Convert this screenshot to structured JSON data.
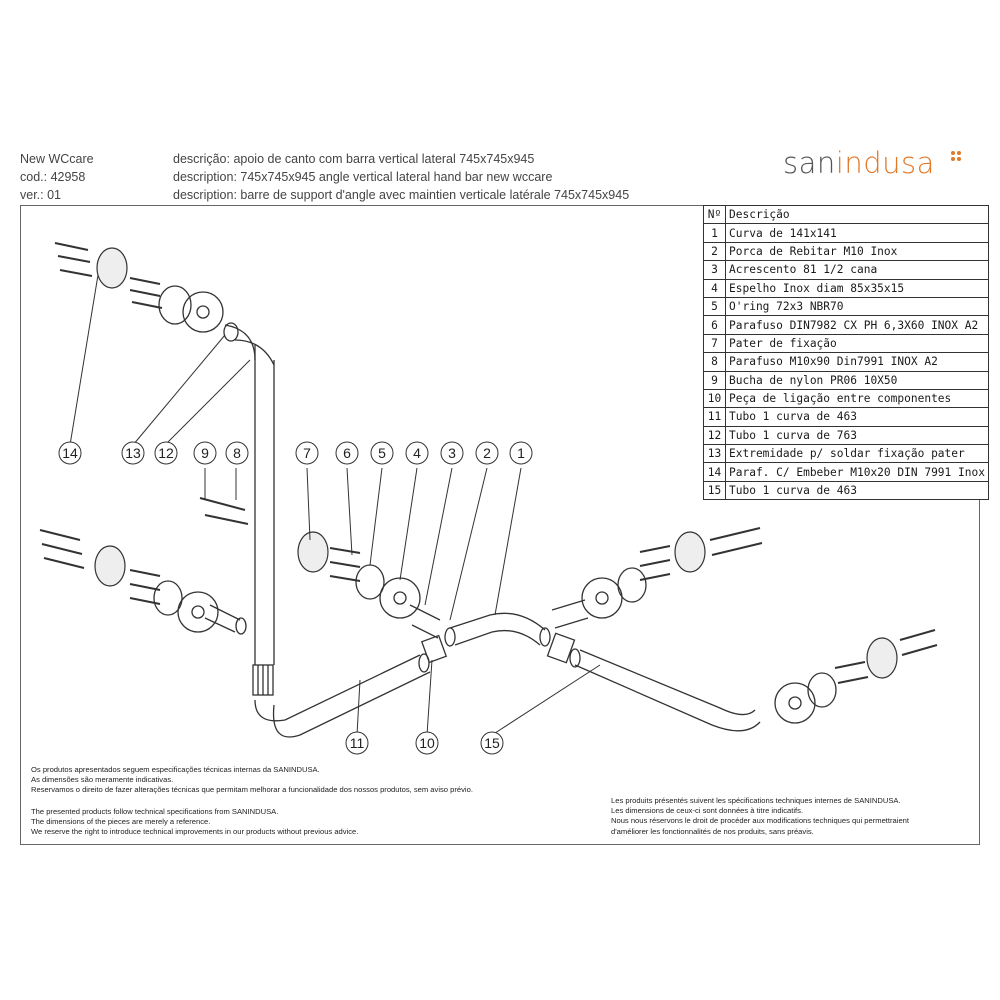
{
  "header": {
    "product": "New WCcare",
    "code": "cod.: 42958",
    "version": "ver.: 01",
    "desc_pt": "descrição: apoio de canto com barra vertical lateral 745x745x945",
    "desc_en": "description: 745x745x945 angle vertical lateral hand bar new wccare",
    "desc_fr": "description: barre de support d'angle avec maintien verticale latérale 745x745x945"
  },
  "brand": {
    "prefix": "san",
    "suffix": "indusa",
    "accent": "#e07a2b"
  },
  "parts_table": {
    "header": [
      "Nº",
      "Descrição"
    ],
    "rows": [
      [
        "1",
        "Curva de 141x141"
      ],
      [
        "2",
        "Porca de Rebitar M10 Inox"
      ],
      [
        "3",
        "Acrescento 81 1/2 cana"
      ],
      [
        "4",
        "Espelho Inox diam 85x35x15"
      ],
      [
        "5",
        "O'ring 72x3  NBR70"
      ],
      [
        "6",
        "Parafuso DIN7982 CX PH 6,3X60 INOX A2"
      ],
      [
        "7",
        "Pater de fixação"
      ],
      [
        "8",
        "Parafuso M10x90 Din7991 INOX A2"
      ],
      [
        "9",
        "Bucha de nylon PR06 10X50"
      ],
      [
        "10",
        "Peça de ligação entre componentes"
      ],
      [
        "11",
        "Tubo 1 curva de 463"
      ],
      [
        "12",
        "Tubo 1 curva de 763"
      ],
      [
        "13",
        "Extremidade p/ soldar fixação pater"
      ],
      [
        "14",
        "Paraf. C/ Embeber  M10x20 DIN 7991 Inox"
      ],
      [
        "15",
        "Tubo 1 curva de 463"
      ]
    ]
  },
  "callouts": [
    "14",
    "13",
    "12",
    "9",
    "8",
    "7",
    "6",
    "5",
    "4",
    "3",
    "2",
    "1",
    "11",
    "10",
    "15"
  ],
  "notes": {
    "pt": [
      "Os produtos apresentados seguem especificações técnicas internas da SANINDUSA.",
      "As dimensões são meramente indicativas.",
      "Reservamos o direito de fazer alterações técnicas que permitam melhorar a funcionalidade dos nossos produtos, sem aviso prévio."
    ],
    "en": [
      "The presented products follow technical specifications from SANINDUSA.",
      "The dimensions of the pieces are merely a reference.",
      "We reserve the right to introduce technical improvements in our products without previous advice."
    ],
    "fr": [
      "Les produits présentés suivent les spécifications techniques internes de SANINDUSA.",
      "Les dimensions de ceux-ci sont données à titre indicatifs.",
      "Nous nous réservons le droit de procéder aux modifications techniques qui permettraient",
      "d'améliorer les fonctionnalités de nos produits, sans préavis."
    ]
  }
}
